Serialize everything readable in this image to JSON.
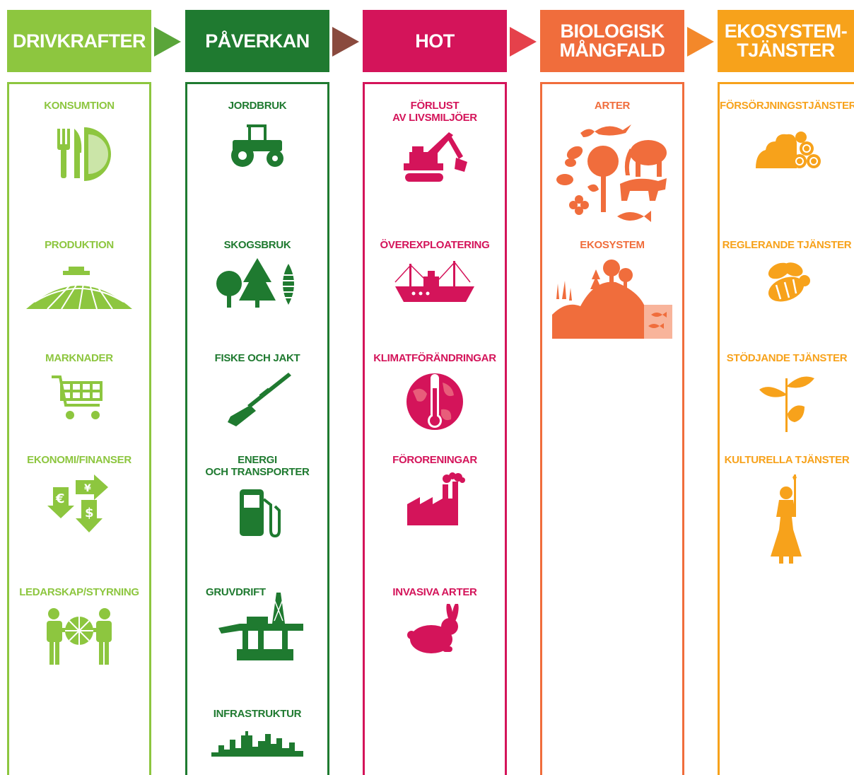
{
  "columns": [
    {
      "key": "drivkrafter",
      "color": "#8dc63f",
      "header": [
        "DRIVKRAFTER"
      ],
      "items": [
        {
          "label": [
            "KONSUMTION"
          ],
          "icon": "cutlery-plate-icon"
        },
        {
          "label": [
            "PRODUKTION"
          ],
          "icon": "harvester-field-icon"
        },
        {
          "label": [
            "MARKNADER"
          ],
          "icon": "shopping-cart-icon"
        },
        {
          "label": [
            "EKONOMI/FINANSER"
          ],
          "icon": "currency-arrows-icon"
        },
        {
          "label": [
            "LEDARSKAP/STYRNING"
          ],
          "icon": "people-globe-icon"
        }
      ]
    },
    {
      "key": "paverkan",
      "color": "#1f7a30",
      "header": [
        "PÅVERKAN"
      ],
      "items": [
        {
          "label": [
            "JORDBRUK"
          ],
          "icon": "tractor-icon"
        },
        {
          "label": [
            "SKOGSBRUK"
          ],
          "icon": "trees-icon"
        },
        {
          "label": [
            "FISKE OCH JAKT"
          ],
          "icon": "rifle-icon"
        },
        {
          "label": [
            "ENERGI",
            "OCH TRANSPORTER"
          ],
          "icon": "fuel-pump-icon"
        },
        {
          "label": [
            "GRUVDRIFT"
          ],
          "icon": "oil-rig-icon"
        },
        {
          "label": [
            "INFRASTRUKTUR"
          ],
          "icon": "city-skyline-icon"
        }
      ]
    },
    {
      "key": "hot",
      "color": "#d4145a",
      "header": [
        "HOT"
      ],
      "items": [
        {
          "label": [
            "FÖRLUST",
            "AV LIVSMILJÖER"
          ],
          "icon": "excavator-icon"
        },
        {
          "label": [
            "ÖVEREXPLOATERING"
          ],
          "icon": "fishing-boat-icon"
        },
        {
          "label": [
            "KLIMATFÖRÄNDRINGAR"
          ],
          "icon": "globe-thermometer-icon"
        },
        {
          "label": [
            "FÖRORENINGAR"
          ],
          "icon": "factory-icon"
        },
        {
          "label": [
            "INVASIVA ARTER"
          ],
          "icon": "rabbit-icon"
        }
      ]
    },
    {
      "key": "biologisk",
      "color": "#f06d3c",
      "header": [
        "BIOLOGISK",
        "MÅNGFALD"
      ],
      "items": [
        {
          "label": [
            "ARTER"
          ],
          "icon": "species-circle-icon"
        },
        {
          "label": [
            "EKOSYSTEM"
          ],
          "icon": "ecosystem-landscape-icon"
        }
      ]
    },
    {
      "key": "ekosystemtjanster",
      "color": "#f7a21b",
      "header": [
        "EKOSYSTEM-",
        "TJÄNSTER"
      ],
      "items": [
        {
          "label": [
            "FÖRSÖRJNINGSTJÄNSTER"
          ],
          "icon": "log-pile-icon"
        },
        {
          "label": [
            "REGLERANDE TJÄNSTER"
          ],
          "icon": "bee-icon"
        },
        {
          "label": [
            "STÖDJANDE TJÄNSTER"
          ],
          "icon": "plant-icon"
        },
        {
          "label": [
            "KULTURELLA TJÄNSTER"
          ],
          "icon": "folk-figure-icon"
        }
      ]
    }
  ]
}
